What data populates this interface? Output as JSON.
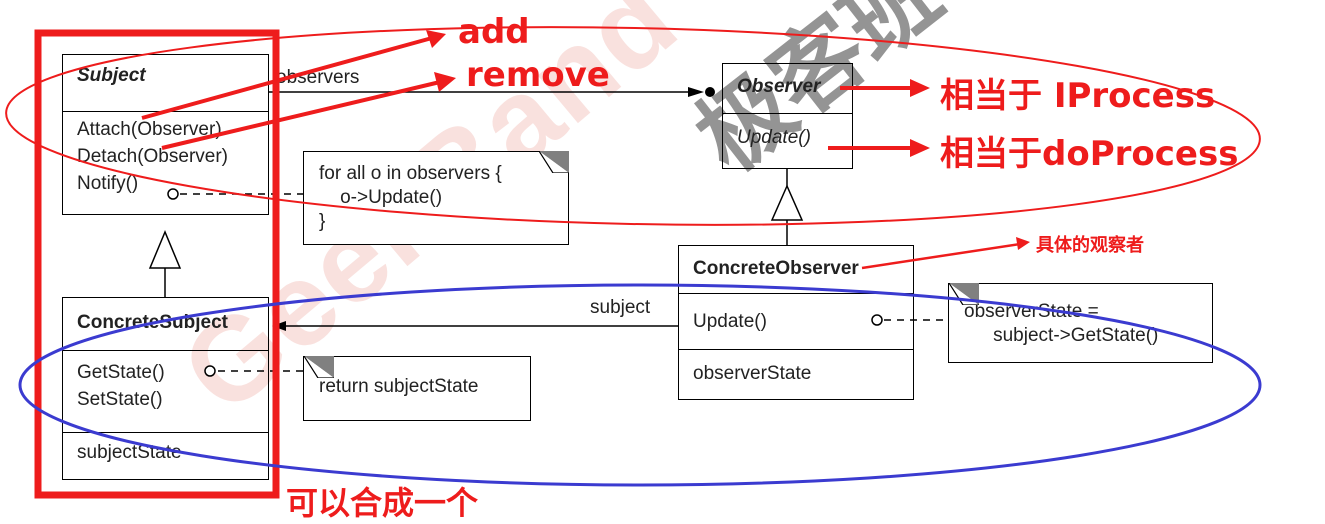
{
  "watermark": {
    "geekband": "GeekBand",
    "brand_cn": "极客班"
  },
  "subject": {
    "name": "Subject",
    "operations": [
      "Attach(Observer)",
      "Detach(Observer)",
      "Notify()"
    ]
  },
  "concrete_subject": {
    "name": "ConcreteSubject",
    "operations": [
      "GetState()",
      "SetState()"
    ],
    "attributes": [
      "subjectState"
    ]
  },
  "observer": {
    "name": "Observer",
    "operations": [
      "Update()"
    ]
  },
  "concrete_observer": {
    "name": "ConcreteObserver",
    "operations": [
      "Update()"
    ],
    "attributes": [
      "observerState"
    ]
  },
  "notes": {
    "notify_note": [
      "for all o in observers {",
      "    o->Update()",
      "}"
    ],
    "getstate_note": [
      "return subjectState"
    ],
    "update_note": [
      "observerState =",
      "    subject->GetState()"
    ]
  },
  "associations": {
    "observers_label": "observers",
    "subject_label": "subject"
  },
  "annotations": {
    "add": "add",
    "remove": "remove",
    "iprocess": "相当于 IProcess",
    "doprocess": "相当于doProcess",
    "concrete_observer_cn": "具体的观察者",
    "merge": "可以合成一个"
  },
  "colors": {
    "annotation_red": "#ee1c1c",
    "ellipse_blue": "#3b3bd0",
    "text": "#222222"
  }
}
